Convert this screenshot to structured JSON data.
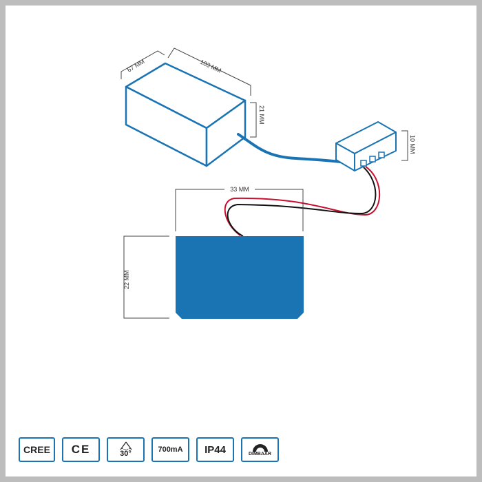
{
  "dimensions": {
    "driver_depth": "67 MM",
    "driver_length": "103 MM",
    "driver_height": "21 MM",
    "connector_height": "10 MM",
    "led_width": "33 MM",
    "led_height": "22 MM"
  },
  "badges": {
    "cree": "CREE",
    "ce": "CE",
    "angle": "30°",
    "current": "700mA",
    "ip": "IP44",
    "dimmable": "DIMBAAR"
  },
  "colors": {
    "accent_blue": "#1a74b4",
    "wire_red": "#c8102e",
    "wire_black": "#111111",
    "frame_gray": "#bdbdbd"
  },
  "icons": {
    "angle": "beam-angle-icon",
    "dimmable": "dimmer-dial-icon"
  }
}
